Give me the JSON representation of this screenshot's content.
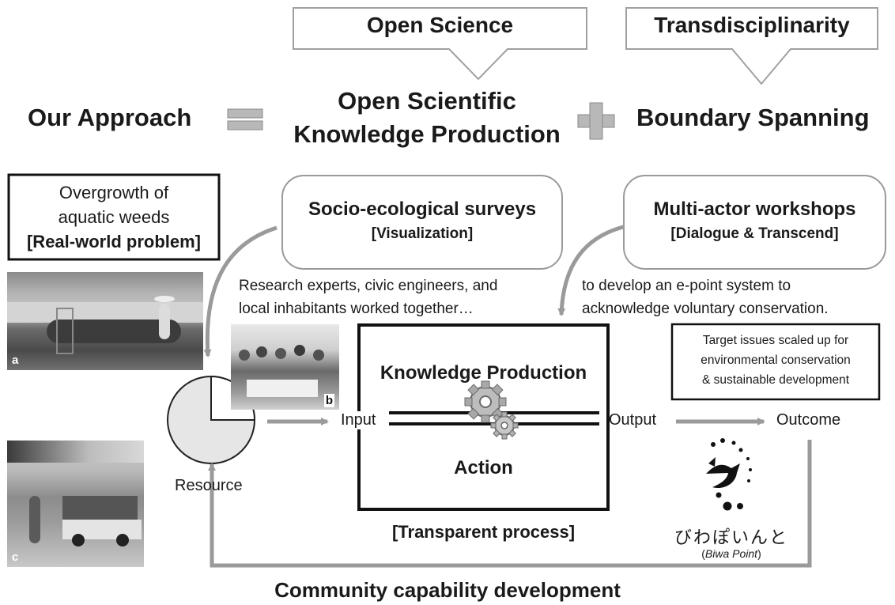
{
  "header": {
    "open_science": "Open Science",
    "transdisciplinarity": "Transdisciplinarity"
  },
  "equation": {
    "our_approach": "Our Approach",
    "open_scientific_line1": "Open Scientific",
    "open_scientific_line2": "Knowledge Production",
    "boundary_spanning": "Boundary Spanning"
  },
  "problem_box": {
    "line1": "Overgrowth of",
    "line2": "aquatic weeds",
    "line3": "[Real-world problem]"
  },
  "surveys": {
    "title": "Socio-ecological surveys",
    "subtitle": "[Visualization]"
  },
  "workshops": {
    "title": "Multi-actor workshops",
    "subtitle": "[Dialogue & Transcend]"
  },
  "text": {
    "research_line1": "Research experts, civic engineers, and",
    "research_line2": "local inhabitants worked together…",
    "develop_line1": "to develop an e-point system to",
    "develop_line2": "acknowledge voluntary conservation."
  },
  "target_box": {
    "line1": "Target issues scaled up for",
    "line2": "environmental conservation",
    "line3": "& sustainable development"
  },
  "process": {
    "knowledge_production": "Knowledge Production",
    "action": "Action",
    "transparent": "[Transparent process]",
    "input": "Input",
    "output": "Output",
    "outcome": "Outcome",
    "resource": "Resource"
  },
  "photos": {
    "a": "a",
    "b": "b",
    "c": "c"
  },
  "logo": {
    "japanese": "びわぽいんと",
    "caption_open": "(",
    "caption_name": "Biwa Point",
    "caption_close": ")"
  },
  "footer": {
    "community": "Community capability development"
  }
}
